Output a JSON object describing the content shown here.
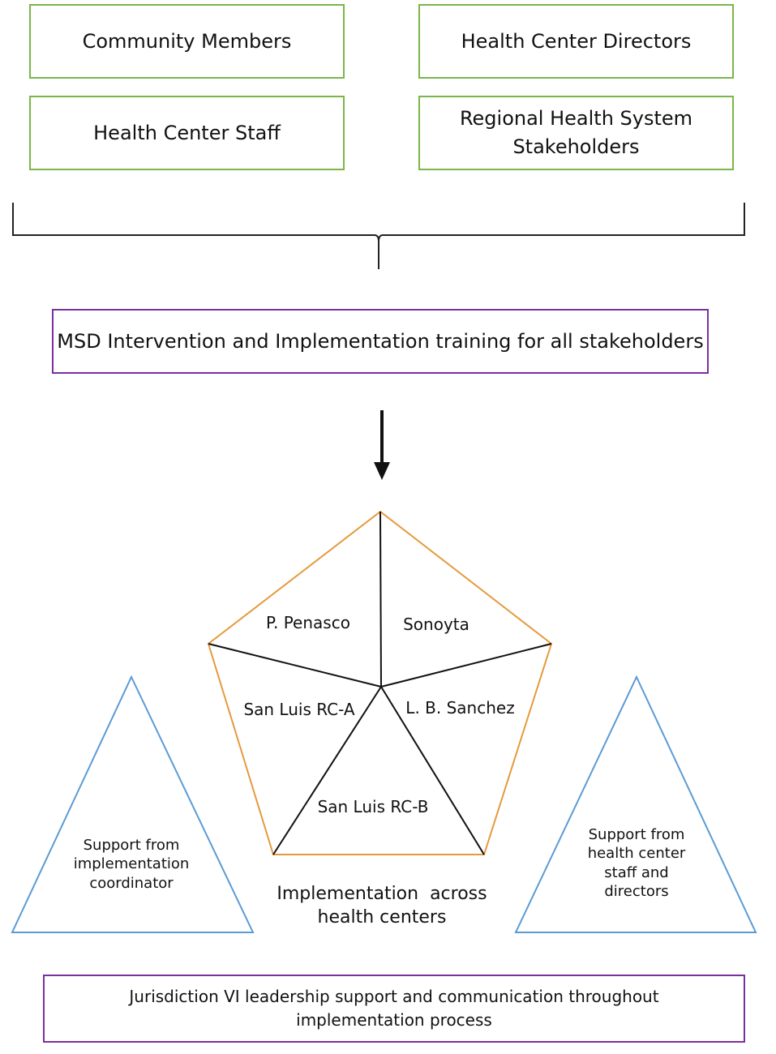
{
  "stakeholders": {
    "community_members": "Community Members",
    "health_center_directors": "Health Center Directors",
    "health_center_staff": "Health Center Staff",
    "regional_line1": "Regional Health System",
    "regional_line2": "Stakeholders"
  },
  "training": "MSD Intervention and Implementation training for all stakeholders",
  "health_centers": {
    "p_penasco": "P. Penasco",
    "sonoyta": "Sonoyta",
    "san_luis_a": "San Luis RC-A",
    "lb_sanchez": "L. B. Sanchez",
    "san_luis_b": "San Luis RC-B"
  },
  "implementation_line1": "Implementation  across",
  "implementation_line2": "health centers",
  "left_support": [
    "Support from",
    "implementation",
    "coordinator"
  ],
  "right_support": [
    "Support from",
    "health center",
    "staff and",
    "directors"
  ],
  "jurisdiction_line1": "Jurisdiction VI leadership support and communication throughout",
  "jurisdiction_line2": "implementation process",
  "colors": {
    "green_border": "#7ab648",
    "purple_border": "#7b2f9e",
    "pentagon_border": "#e59a3c",
    "triangle_border": "#5b9bd5"
  }
}
